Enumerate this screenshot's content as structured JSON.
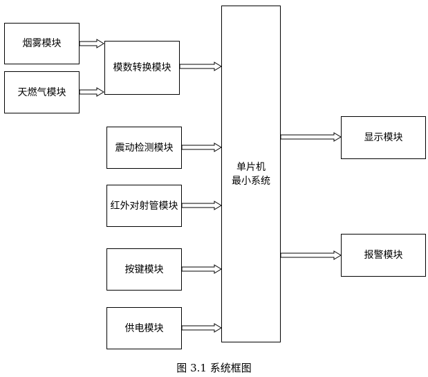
{
  "inputs": {
    "smoke": "烟雾模块",
    "gas": "天燃气模块",
    "adc": "模数转换模块",
    "vibration": "震动检测模块",
    "infrared": "红外对射管模块",
    "keys": "按键模块",
    "power": "供电模块"
  },
  "mcu": {
    "line1": "单片机",
    "line2": "最小系统"
  },
  "outputs": {
    "display": "显示模块",
    "alarm": "报警模块"
  },
  "caption": "图 3.1  系统框图"
}
